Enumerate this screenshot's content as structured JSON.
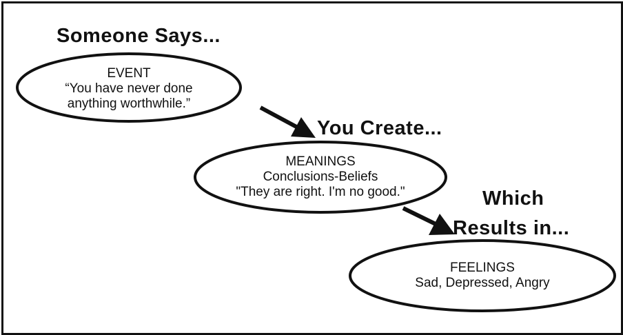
{
  "headings": {
    "someone_says": "Someone Says...",
    "you_create": "You Create...",
    "which": "Which",
    "results_in": "Results in..."
  },
  "event": {
    "title": "EVENT",
    "line1": "“You have never done",
    "line2": "anything worthwhile.”"
  },
  "meanings": {
    "title": "MEANINGS",
    "line1": "Conclusions-Beliefs",
    "line2": "\"They are right.  I'm no good.\""
  },
  "feelings": {
    "title": "FEELINGS",
    "line1": "Sad, Depressed, Angry"
  }
}
